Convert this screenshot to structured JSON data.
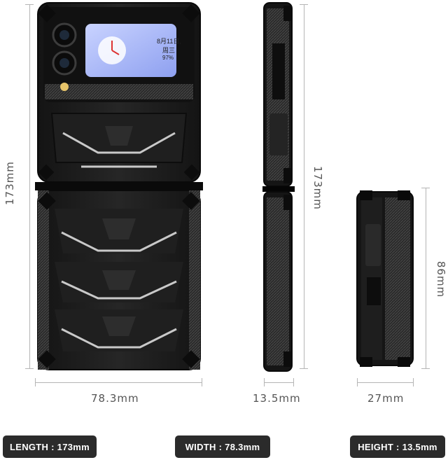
{
  "phone_screen": {
    "date": "8月11日,",
    "weekday": "周三",
    "battery": "97%"
  },
  "dimensions": {
    "front_height": "173mm",
    "front_width": "78.3mm",
    "side_height": "173mm",
    "side_thickness": "13.5mm",
    "folded_height": "86mm",
    "folded_thickness": "27mm"
  },
  "spec_badges": {
    "length": "LENGTH : 173mm",
    "width": "WIDTH : 78.3mm",
    "height": "HEIGHT : 13.5mm"
  },
  "colors": {
    "case": "#1c1c1c",
    "accent_silver": "#c9c9c9",
    "badge": "#2b2b2b"
  }
}
